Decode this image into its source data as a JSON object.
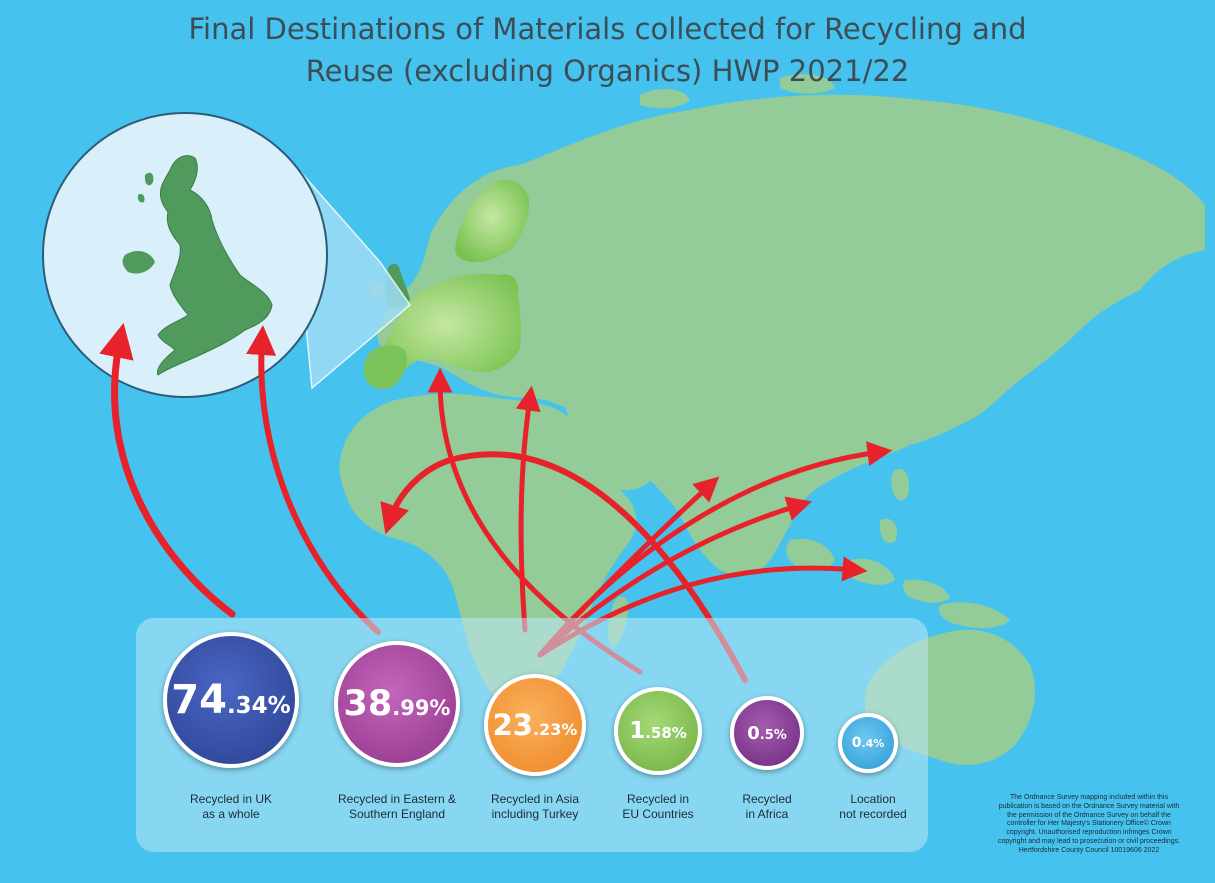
{
  "title": {
    "line1": "Final Destinations of Materials collected for Recycling and",
    "line2": "Reuse (excluding Organics) HWP 2021/22"
  },
  "stats": [
    {
      "int": "74",
      "dec": ".34%",
      "label_line1": "Recycled in UK",
      "label_line2": "as a whole",
      "color": "#2a3f8f"
    },
    {
      "int": "38",
      "dec": ".99%",
      "label_line1": "Recycled in Eastern &",
      "label_line2": "Southern England",
      "color": "#9a3f95"
    },
    {
      "int": "23",
      "dec": ".23%",
      "label_line1": "Recycled in Asia",
      "label_line2": "including Turkey",
      "color": "#f28a2a"
    },
    {
      "int": "1",
      "dec": ".58%",
      "label_line1": "Recycled in",
      "label_line2": "EU Countries",
      "color": "#7ab648"
    },
    {
      "int": "0",
      "dec": ".5%",
      "label_line1": "Recycled",
      "label_line2": "in Africa",
      "color": "#7a2f88"
    },
    {
      "int": "0",
      "dec": ".4%",
      "label_line1": "Location",
      "label_line2": "not recorded",
      "color": "#3aa8de"
    }
  ],
  "copyright": {
    "lines": [
      "The Ordnance Survey mapping included within this",
      "publication is based on the Ordnance Survey material with",
      "the permission of the Ordnance Survey on behalf the",
      "controller for Her Majesty's Stationery Office© Crown",
      "copyright. Unauthorised reproduction infringes Crown",
      "copyright and may lead to prosecution or civil proceedings.",
      "Hertfordshire County Council 10019606 2022"
    ]
  },
  "colors": {
    "ocean": "#45c3ee",
    "land": "#93cc98",
    "uk_land": "#4f9a5c",
    "eu_land": "#8fcf6a",
    "arrow": "#e8222a",
    "inset_bg": "#d9effa"
  }
}
